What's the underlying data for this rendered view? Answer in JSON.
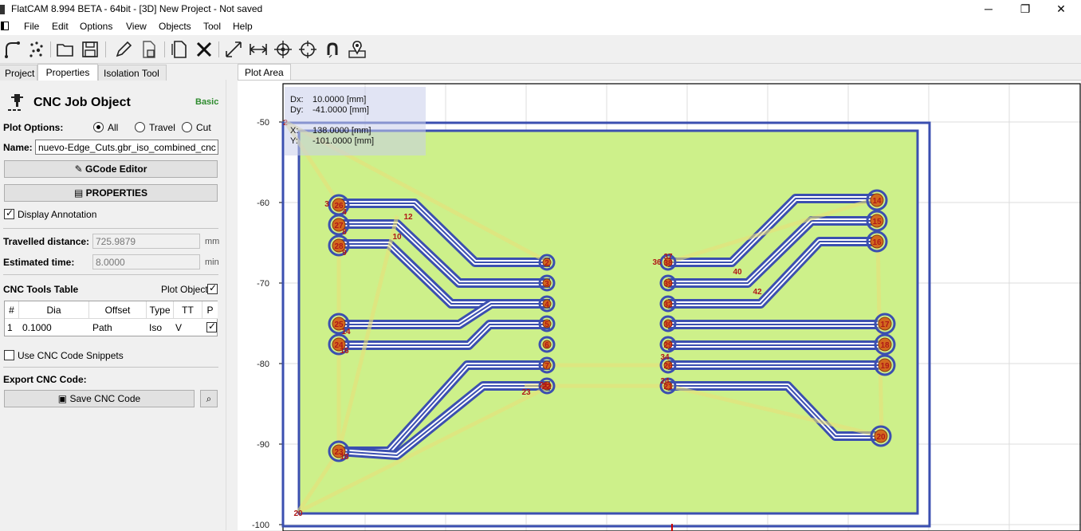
{
  "window": {
    "title": "FlatCAM 8.994 BETA - 64bit - [3D]    New Project - Not saved",
    "minimize_label": "─",
    "maximize_label": "❐",
    "close_label": "✕"
  },
  "menu": [
    "File",
    "Edit",
    "Options",
    "View",
    "Objects",
    "Tool",
    "Help"
  ],
  "toolbar_icons": [
    "open-gerber-icon",
    "new-excellon-icon",
    "open-folder-icon",
    "save-icon",
    "edit-pencil-icon",
    "copy-file-icon",
    "new-document-icon",
    "delete-icon",
    "fit-view-icon",
    "distance-icon",
    "origin-target-icon",
    "jump-to-icon",
    "magnet-icon",
    "locate-icon"
  ],
  "tabs": {
    "project": "Project",
    "properties": "Properties",
    "isolation": "Isolation Tool",
    "plot_area": "Plot Area"
  },
  "properties": {
    "object_title": "CNC Job Object",
    "level": "Basic",
    "plot_options_label": "Plot Options:",
    "radio_all": "All",
    "radio_travel": "Travel",
    "radio_cut": "Cut",
    "selected_radio": "All",
    "name_label": "Name:",
    "name_value": "nuevo-Edge_Cuts.gbr_iso_combined_cnc",
    "gcode_editor_button": "GCode Editor",
    "properties_button": "PROPERTIES",
    "display_annotation_label": "Display Annotation",
    "display_annotation_checked": true,
    "travelled_label": "Travelled distance:",
    "travelled_value": "725.9879",
    "travelled_unit": "mm",
    "estimated_label": "Estimated time:",
    "estimated_value": "8.0000",
    "estimated_unit": "min",
    "tools_table_label": "CNC Tools Table",
    "plot_object_label": "Plot Object",
    "plot_object_checked": true,
    "table_headers": [
      "#",
      "Dia",
      "Offset",
      "Type",
      "TT",
      "P"
    ],
    "table_rows": [
      {
        "num": "1",
        "dia": "0.1000",
        "offset": "Path",
        "type": "Iso",
        "tt": "V",
        "p": true
      }
    ],
    "snippets_label": "Use CNC Code Snippets",
    "snippets_checked": false,
    "export_label": "Export CNC Code:",
    "save_button": "Save CNC Code"
  },
  "coords_panel": {
    "dx_label": "Dx:",
    "dx_value": "10.0000 [mm]",
    "dy_label": "Dy:",
    "dy_value": "-41.0000 [mm]",
    "x_label": "X:",
    "x_value": "138.0000 [mm]",
    "y_label": "Y:",
    "y_value": "-101.0000 [mm]"
  },
  "plot": {
    "y_ticks": [
      "-50",
      "-60",
      "-70",
      "-80",
      "-90",
      "-100"
    ],
    "board_color": "#cdf08a",
    "trace_color": "#3b4fb0",
    "pad_color": "#d2691e",
    "annotation_color": "#b01818",
    "travel_color": "#e8e07a",
    "pad_labels_left": [
      "26",
      "27",
      "28",
      "25",
      "24",
      "23"
    ],
    "pad_labels_middle_left": [
      "2",
      "3",
      "4",
      "5",
      "6",
      "7",
      "22"
    ],
    "pad_labels_middle_right": [
      "38",
      "39",
      "32",
      "30",
      "29",
      "26",
      "21"
    ],
    "pad_labels_right": [
      "14",
      "15",
      "16",
      "17",
      "18",
      "19",
      "20"
    ],
    "annotations": [
      "2",
      "3",
      "4",
      "8",
      "9",
      "10",
      "12",
      "14",
      "16",
      "18",
      "21",
      "23",
      "22",
      "24",
      "36",
      "37",
      "40",
      "42",
      "34",
      "20"
    ]
  }
}
